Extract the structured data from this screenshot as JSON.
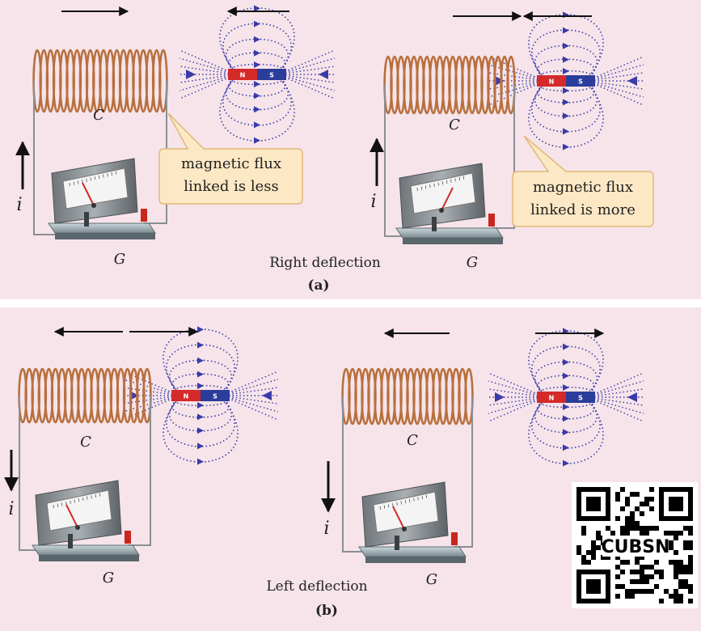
{
  "panels": {
    "a": {
      "caption": "(a)",
      "deflection_label": "Right deflection",
      "left_setup": {
        "coil_label": "C",
        "galvanometer_label": "G",
        "current_label": "i",
        "callout": [
          "magnetic flux",
          "linked is less"
        ],
        "magnet_n": "N",
        "magnet_s": "S"
      },
      "right_setup": {
        "coil_label": "C",
        "galvanometer_label": "G",
        "current_label": "i",
        "callout": [
          "magnetic flux",
          "linked is more"
        ],
        "magnet_n": "N",
        "magnet_s": "S"
      }
    },
    "b": {
      "caption": "(b)",
      "deflection_label": "Left deflection",
      "left_setup": {
        "coil_label": "C",
        "galvanometer_label": "G",
        "current_label": "i",
        "magnet_n": "N",
        "magnet_s": "S"
      },
      "right_setup": {
        "coil_label": "C",
        "galvanometer_label": "G",
        "current_label": "i",
        "magnet_n": "N",
        "magnet_s": "S"
      }
    }
  },
  "qr_text": "CUBSN",
  "colors": {
    "panel_bg": "#f6e4ea",
    "coil": "#b8703e",
    "field_line": "#3a3aa8",
    "magnet_n": "#d42a2a",
    "magnet_s": "#2b3d9a",
    "callout_fill": "#fce8c4",
    "callout_stroke": "#e0b878"
  }
}
